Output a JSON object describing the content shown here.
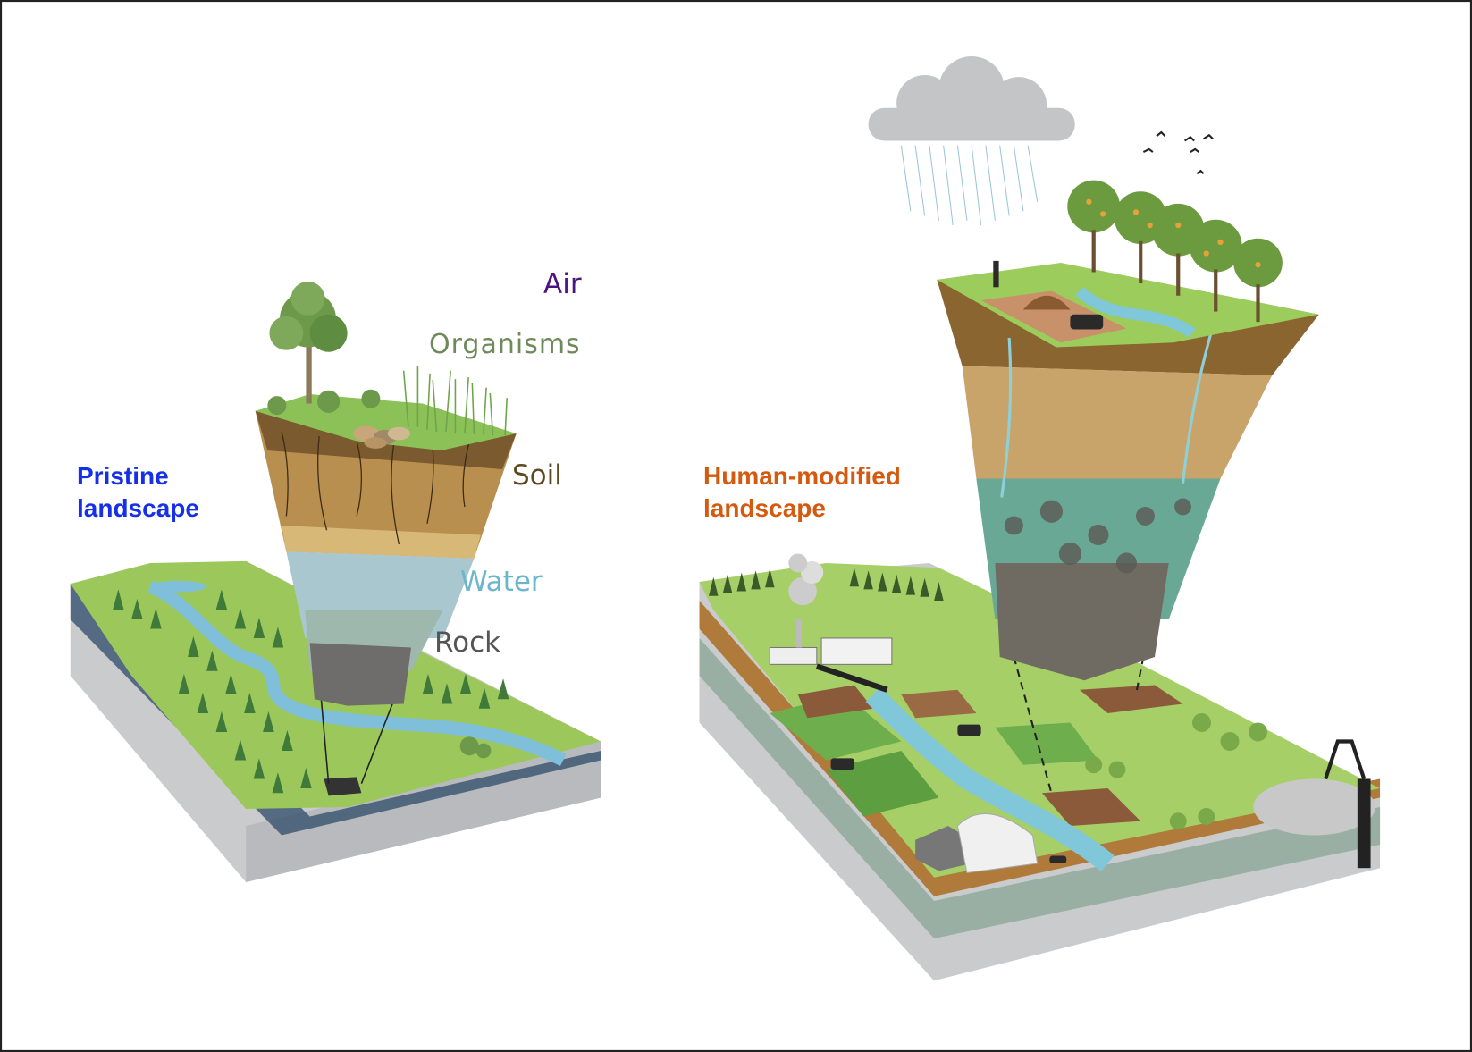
{
  "labels": {
    "air": "Air",
    "organisms": "Organisms",
    "soil": "Soil",
    "water": "Water",
    "rock": "Rock",
    "pristine": [
      "Pristine",
      "landscape"
    ],
    "human_modified": [
      "Human-modified",
      "landscape"
    ]
  },
  "colors": {
    "air": "#4b1580",
    "organisms": "#6e8a5a",
    "soil": "#5e4a22",
    "water": "#6cb6cc",
    "rock": "#555555",
    "pristine": "#1530e6",
    "human_modified": "#d45a10"
  }
}
